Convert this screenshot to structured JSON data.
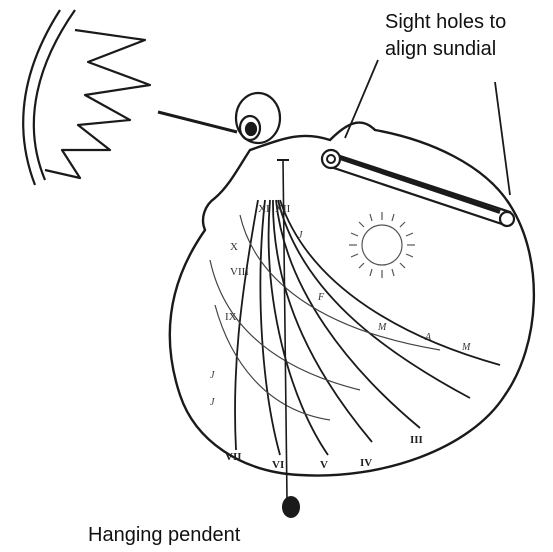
{
  "labels": {
    "sight_line1": "Sight holes to",
    "sight_line2": "align sundial",
    "pendent": "Hanging pendent"
  },
  "hour_marks": [
    "VII",
    "VI",
    "V",
    "IV",
    "III"
  ],
  "side_marks": [
    "VIII",
    "IX",
    "X",
    "XI",
    "XII"
  ],
  "month_marks": [
    "J",
    "F",
    "M",
    "A",
    "M",
    "J",
    "J"
  ],
  "colors": {
    "ink": "#1a1a1a",
    "paper": "#ffffff"
  }
}
